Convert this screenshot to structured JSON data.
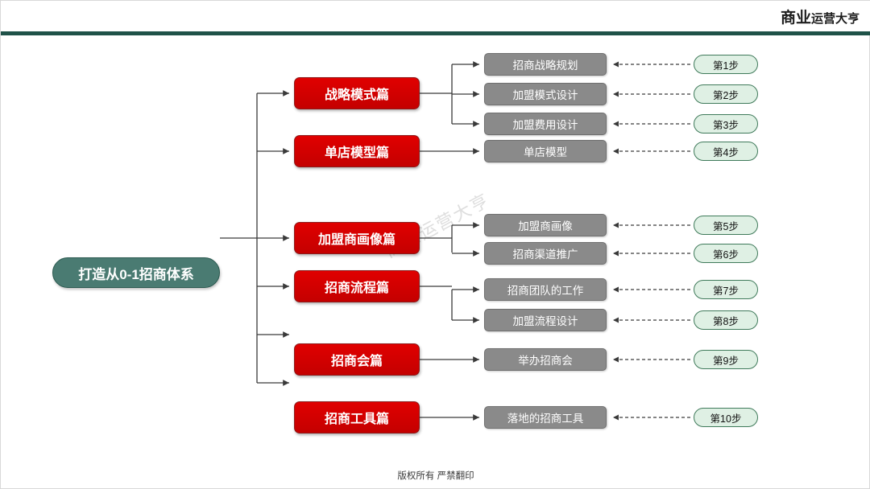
{
  "header": {
    "brand_main": "商业",
    "brand_sub": "运营大亨",
    "rule_color": "#1f5248"
  },
  "watermark": "商业运营大亨",
  "footer": "版权所有 严禁翻印",
  "colors": {
    "root": "#4a7b72",
    "branch": "#d40000",
    "leaf": "#8a8a8a",
    "step_fill": "#dff0e4",
    "step_border": "#3f7a5a"
  },
  "root": {
    "label": "打造从0-1招商体系"
  },
  "branches": [
    {
      "label": "战略模式篇"
    },
    {
      "label": "单店模型篇"
    },
    {
      "label": "加盟商画像篇"
    },
    {
      "label": "招商流程篇"
    },
    {
      "label": "招商会篇"
    },
    {
      "label": "招商工具篇"
    }
  ],
  "leaves": [
    {
      "label": "招商战略规划",
      "step": "第1步"
    },
    {
      "label": "加盟模式设计",
      "step": "第2步"
    },
    {
      "label": "加盟费用设计",
      "step": "第3步"
    },
    {
      "label": "单店模型",
      "step": "第4步"
    },
    {
      "label": "加盟商画像",
      "step": "第5步"
    },
    {
      "label": "招商渠道推广",
      "step": "第6步"
    },
    {
      "label": "招商团队的工作",
      "step": "第7步"
    },
    {
      "label": "加盟流程设计",
      "step": "第8步"
    },
    {
      "label": "举办招商会",
      "step": "第9步"
    },
    {
      "label": "落地的招商工具",
      "step": "第10步"
    }
  ]
}
